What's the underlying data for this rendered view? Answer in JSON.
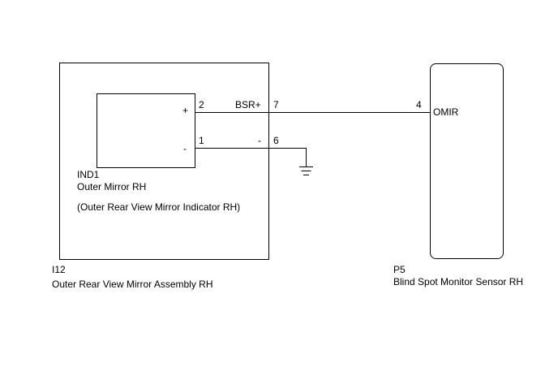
{
  "assembly": {
    "code": "I12",
    "name": "Outer Rear View Mirror Assembly RH"
  },
  "indicator": {
    "code": "IND1",
    "name": "Outer Mirror RH",
    "description": "(Outer Rear View Mirror Indicator RH)",
    "plus_symbol": "+",
    "minus_symbol": "-",
    "pin_plus": "2",
    "pin_minus": "1"
  },
  "connector": {
    "pin_signal": "7",
    "pin_ground": "6",
    "signal_label": "BSR+",
    "ground_label": "-"
  },
  "sensor": {
    "code": "P5",
    "name": "Blind Spot Monitor Sensor RH",
    "pin": "4",
    "terminal": "OMIR"
  }
}
